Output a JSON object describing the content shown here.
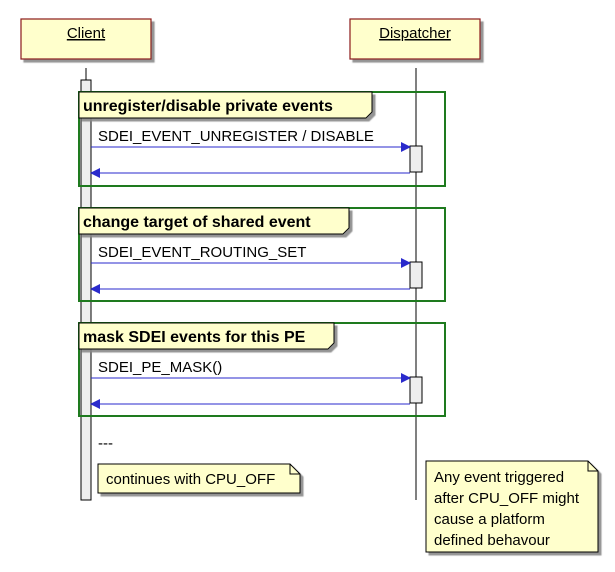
{
  "participants": {
    "client": "Client",
    "dispatcher": "Dispatcher"
  },
  "groups": [
    {
      "title": "unregister/disable private events",
      "message": "SDEI_EVENT_UNREGISTER / DISABLE"
    },
    {
      "title": "change target of shared event",
      "message": "SDEI_EVENT_ROUTING_SET"
    },
    {
      "title": "mask SDEI events for this PE",
      "message": "SDEI_PE_MASK()"
    }
  ],
  "separator": "---",
  "notes": {
    "client": [
      "continues with CPU_OFF"
    ],
    "dispatcher": [
      "Any event triggered",
      "after CPU_OFF might",
      "cause a platform",
      "defined behavour"
    ]
  },
  "colors": {
    "participant_fill": "#ffffcc",
    "participant_border": "#8b1a1a",
    "note_fill": "#ffffcc",
    "group_border": "#1e7a1e",
    "arrow": "#2a2acc",
    "lifeline": "#000000",
    "activation_fill": "#eeeeee"
  }
}
